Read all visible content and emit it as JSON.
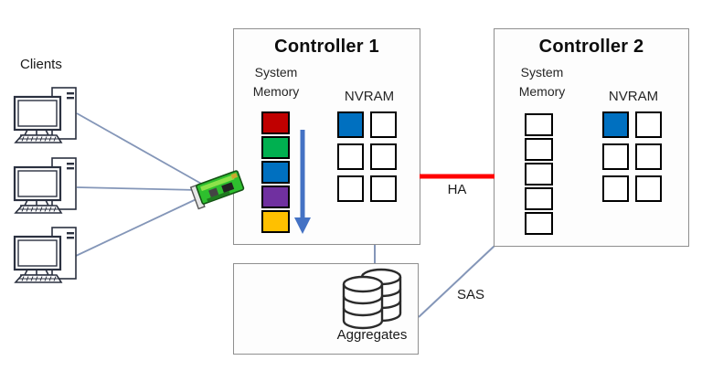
{
  "clients": {
    "label": "Clients",
    "count": 3
  },
  "controller1": {
    "title": "Controller 1",
    "memory_label_line1": "System",
    "memory_label_line2": "Memory",
    "nvram_label": "NVRAM",
    "memory_cells": [
      "#C00000",
      "#00B050",
      "#0070C0",
      "#7030A0",
      "#FFC000"
    ],
    "nvram_cells": [
      "#0070C0",
      "#FFFFFF",
      "#FFFFFF",
      "#FFFFFF",
      "#FFFFFF",
      "#FFFFFF"
    ]
  },
  "controller2": {
    "title": "Controller 2",
    "memory_label_line1": "System",
    "memory_label_line2": "Memory",
    "nvram_label": "NVRAM",
    "memory_cells": [
      "#FFFFFF",
      "#FFFFFF",
      "#FFFFFF",
      "#FFFFFF",
      "#FFFFFF"
    ],
    "nvram_cells": [
      "#0070C0",
      "#FFFFFF",
      "#FFFFFF",
      "#FFFFFF",
      "#FFFFFF",
      "#FFFFFF"
    ]
  },
  "links": {
    "ha": {
      "label": "HA"
    },
    "sas": {
      "label": "SAS"
    }
  },
  "aggregates": {
    "label": "Aggregates"
  },
  "colors": {
    "ha_link": "#FF0000",
    "connector": "#8496B8",
    "arrow": "#4472C4",
    "nvram_filled": "#0070C0"
  }
}
